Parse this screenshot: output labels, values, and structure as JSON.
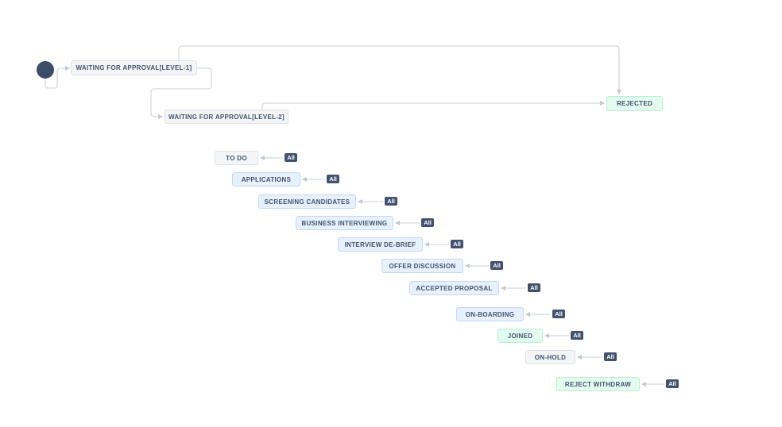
{
  "diagram": {
    "kind": "workflow-status-diagram",
    "background": "#ffffff",
    "all_badge_label": "All",
    "colors": {
      "todo_bg": "#f4f5f7",
      "todo_border": "#dfe1e6",
      "inprogress_bg": "#e7f0fd",
      "inprogress_border": "#c3d9f5",
      "done_bg": "#e3fcef",
      "done_border": "#b7f0d3",
      "badge_bg": "#42526e",
      "badge_text": "#ffffff",
      "node_text": "#42526e",
      "connector_line": "#dbdfe5",
      "connector_arrow": "#c3c9d2",
      "start_node": "#3c4d68"
    },
    "states": [
      {
        "id": "waiting-approval-level-1",
        "label": "WAITING FOR APPROVAL[LEVEL-1]",
        "kind": "todo"
      },
      {
        "id": "waiting-approval-level-2",
        "label": "WAITING FOR APPROVAL[LEVEL-2]",
        "kind": "todo"
      },
      {
        "id": "rejected",
        "label": "REJECTED",
        "kind": "done"
      },
      {
        "id": "to-do",
        "label": "TO DO",
        "kind": "todo",
        "from": "All"
      },
      {
        "id": "applications",
        "label": "APPLICATIONS",
        "kind": "inprogress",
        "from": "All"
      },
      {
        "id": "screening-candidates",
        "label": "SCREENING CANDIDATES",
        "kind": "inprogress",
        "from": "All"
      },
      {
        "id": "business-interviewing",
        "label": "BUSINESS INTERVIEWING",
        "kind": "inprogress",
        "from": "All"
      },
      {
        "id": "interview-de-brief",
        "label": "INTERVIEW DE-BRIEF",
        "kind": "inprogress",
        "from": "All"
      },
      {
        "id": "offer-discussion",
        "label": "OFFER DISCUSSION",
        "kind": "inprogress",
        "from": "All"
      },
      {
        "id": "accepted-proposal",
        "label": "ACCEPTED PROPOSAL",
        "kind": "inprogress",
        "from": "All"
      },
      {
        "id": "on-boarding",
        "label": "ON-BOARDING",
        "kind": "inprogress",
        "from": "All"
      },
      {
        "id": "joined",
        "label": "JOINED",
        "kind": "done",
        "from": "All"
      },
      {
        "id": "on-hold",
        "label": "ON-HOLD",
        "kind": "todo",
        "from": "All"
      },
      {
        "id": "reject-withdraw",
        "label": "REJECT WITHDRAW",
        "kind": "done",
        "from": "All"
      }
    ]
  }
}
